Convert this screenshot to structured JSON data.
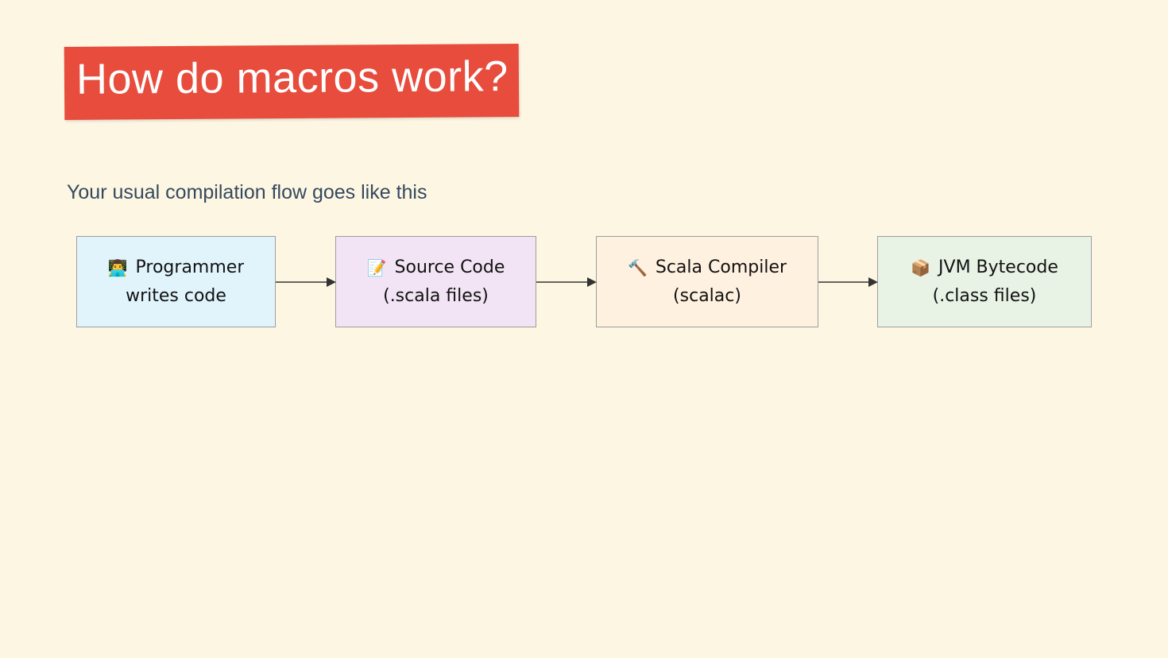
{
  "slide": {
    "title": "How do macros work?",
    "subtitle": "Your usual compilation flow goes like this"
  },
  "colors": {
    "background": "#fdf6e3",
    "title_bg": "#e74c3c",
    "node1_bg": "#e1f4fc",
    "node2_bg": "#f2e4f4",
    "node3_bg": "#fff1e0",
    "node4_bg": "#e8f3e6"
  },
  "flow": {
    "nodes": [
      {
        "icon": "programmer-icon",
        "glyph": "👨‍💻",
        "line1": "Programmer",
        "line2": "writes code"
      },
      {
        "icon": "memo-icon",
        "glyph": "📝",
        "line1": "Source Code",
        "line2": "(.scala files)"
      },
      {
        "icon": "hammer-icon",
        "glyph": "🔨",
        "line1": "Scala Compiler",
        "line2": "(scalac)"
      },
      {
        "icon": "package-icon",
        "glyph": "📦",
        "line1": "JVM Bytecode",
        "line2": "(.class files)"
      }
    ]
  }
}
